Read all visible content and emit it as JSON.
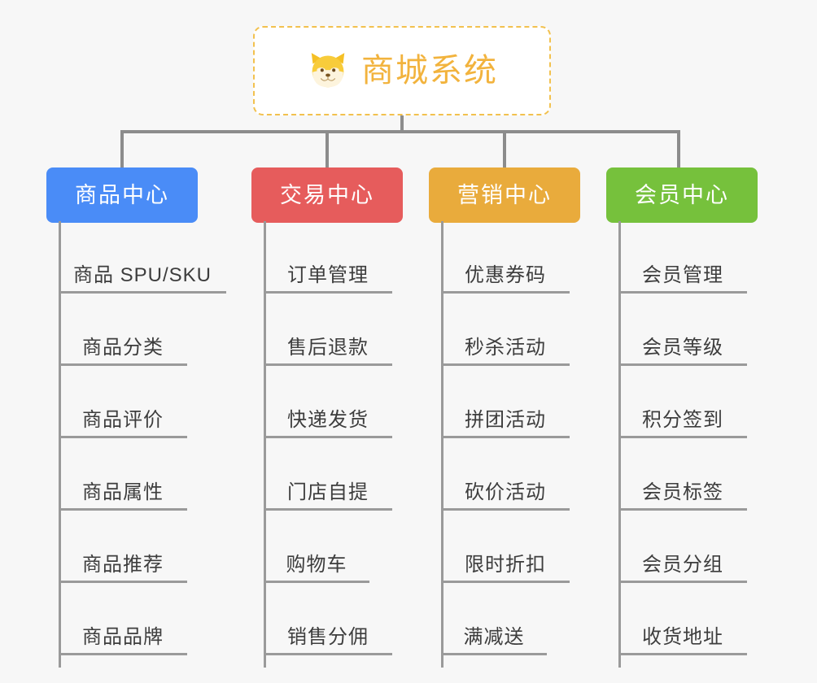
{
  "diagram": {
    "background_color": "#f7f7f7",
    "connector_color": "#8c8c8c"
  },
  "root": {
    "title": "商城系统",
    "icon": "shiba-inu-dog-icon",
    "border_color": "#f2c14e",
    "text_color": "#f2b33d",
    "background_color": "#ffffff"
  },
  "categories": [
    {
      "label": "商品中心",
      "color": "#4a8cf7",
      "items": [
        {
          "label": "商品 SPU/SKU"
        },
        {
          "label": "商品分类"
        },
        {
          "label": "商品评价"
        },
        {
          "label": "商品属性"
        },
        {
          "label": "商品推荐"
        },
        {
          "label": "商品品牌"
        }
      ]
    },
    {
      "label": "交易中心",
      "color": "#e65c5c",
      "items": [
        {
          "label": "订单管理"
        },
        {
          "label": "售后退款"
        },
        {
          "label": "快递发货"
        },
        {
          "label": "门店自提"
        },
        {
          "label": "购物车"
        },
        {
          "label": "销售分佣"
        }
      ]
    },
    {
      "label": "营销中心",
      "color": "#e9ab3c",
      "items": [
        {
          "label": "优惠券码"
        },
        {
          "label": "秒杀活动"
        },
        {
          "label": "拼团活动"
        },
        {
          "label": "砍价活动"
        },
        {
          "label": "限时折扣"
        },
        {
          "label": "满减送"
        }
      ]
    },
    {
      "label": "会员中心",
      "color": "#76c13c",
      "items": [
        {
          "label": "会员管理"
        },
        {
          "label": "会员等级"
        },
        {
          "label": "积分签到"
        },
        {
          "label": "会员标签"
        },
        {
          "label": "会员分组"
        },
        {
          "label": "收货地址"
        }
      ]
    }
  ]
}
